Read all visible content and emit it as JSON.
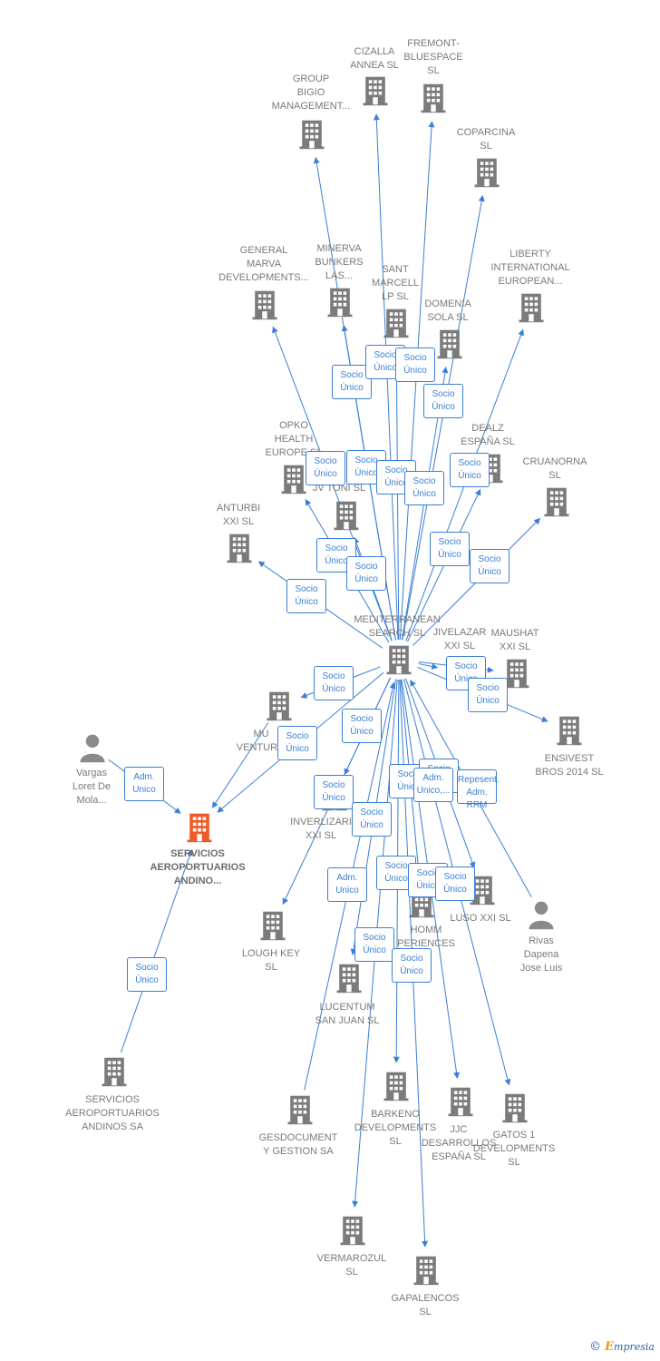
{
  "colors": {
    "edge": "#3a7fd5",
    "company": "#7b7b7b",
    "focus": "#f05a28",
    "person": "#8a8a8a"
  },
  "footer": {
    "copyright": "©",
    "brand_initial": "E",
    "brand_rest": "mpresia"
  },
  "nodes": [
    {
      "id": "sa_andinos_focus",
      "kind": "company-focus",
      "label": "SERVICIOS\nAEROPORTUARIOS\nANDINO..."
    },
    {
      "id": "mediterranean",
      "kind": "company",
      "label": "MEDITERRANEAN\nSEARCH SL"
    },
    {
      "id": "group_bigio",
      "kind": "company",
      "label": "GROUP\nBIGIO\nMANAGEMENT..."
    },
    {
      "id": "cizalla",
      "kind": "company",
      "label": "CIZALLA\nANNEA  SL"
    },
    {
      "id": "fremont",
      "kind": "company",
      "label": "FREMONT-\nBLUESPACE\nSL"
    },
    {
      "id": "coparcina",
      "kind": "company",
      "label": "COPARCINA\nSL"
    },
    {
      "id": "general_marva",
      "kind": "company",
      "label": "GENERAL\nMARVA\nDEVELOPMENTS..."
    },
    {
      "id": "minerva",
      "kind": "company",
      "label": "MINERVA\nBUNKERS\nLAS..."
    },
    {
      "id": "sant_marcell",
      "kind": "company",
      "label": "SANT\nMARCELL\nLP  SL"
    },
    {
      "id": "domenia",
      "kind": "company",
      "label": "DOMENIA\nSOLA SL"
    },
    {
      "id": "liberty",
      "kind": "company",
      "label": "LIBERTY\nINTERNATIONAL\nEUROPEAN..."
    },
    {
      "id": "opko",
      "kind": "company",
      "label": "OPKO\nHEALTH\nEUROPE SL"
    },
    {
      "id": "dealz",
      "kind": "company",
      "label": "DEALZ\nESPAÑA  SL"
    },
    {
      "id": "jv_toni",
      "kind": "company",
      "label": "JV TONI  SL"
    },
    {
      "id": "cruanorna",
      "kind": "company",
      "label": "CRUANORNA\nSL"
    },
    {
      "id": "anturbi",
      "kind": "company",
      "label": "ANTURBI\nXXI  SL"
    },
    {
      "id": "jivelazar",
      "kind": "company",
      "label": "JIVELAZAR\nXXI  SL"
    },
    {
      "id": "maushat",
      "kind": "company",
      "label": "MAUSHAT\nXXI  SL"
    },
    {
      "id": "ensivest",
      "kind": "company",
      "label": "ENSIVEST\nBROS 2014  SL"
    },
    {
      "id": "mu_ventures",
      "kind": "company",
      "label": "MU\nVENTUR..."
    },
    {
      "id": "vargas",
      "kind": "person",
      "label": "Vargas\nLoret De\nMola..."
    },
    {
      "id": "inverlizari",
      "kind": "company",
      "label": "INVERLIZARI\nXXI  SL"
    },
    {
      "id": "lough_key",
      "kind": "company",
      "label": "LOUGH KEY\nSL"
    },
    {
      "id": "homm",
      "kind": "company",
      "label": "HOMM\nPERIENCES"
    },
    {
      "id": "luso",
      "kind": "company",
      "label": "LUSO XXI  SL"
    },
    {
      "id": "rivas",
      "kind": "person",
      "label": "Rivas\nDapena\nJose Luis"
    },
    {
      "id": "lucentum",
      "kind": "company",
      "label": "LUCENTUM\nSAN JUAN  SL"
    },
    {
      "id": "sa_andinos",
      "kind": "company",
      "label": "SERVICIOS\nAEROPORTUARIOS\nANDINOS SA"
    },
    {
      "id": "gesdocument",
      "kind": "company",
      "label": "GESDOCUMENT\nY GESTION SA"
    },
    {
      "id": "barkeno",
      "kind": "company",
      "label": "BARKENO\nDEVELOPMENTS\nSL"
    },
    {
      "id": "jjc",
      "kind": "company",
      "label": "JJC\nDESARROLLOS\nESPAÑA  SL"
    },
    {
      "id": "gatos",
      "kind": "company",
      "label": "GATOS 1\nDEVELOPMENTS\nSL"
    },
    {
      "id": "vermarozul",
      "kind": "company",
      "label": "VERMAROZUL\nSL"
    },
    {
      "id": "gapalencos",
      "kind": "company",
      "label": "GAPALENCOS\nSL"
    }
  ],
  "edge_labels": [
    {
      "id": "e_minerva_a",
      "text": "Socio\nÚnico"
    },
    {
      "id": "e_cizalla",
      "text": "Socio\nÚnico"
    },
    {
      "id": "e_sant_marcell",
      "text": "Socio\nÚnico"
    },
    {
      "id": "e_domenia",
      "text": "Socio\nÚnico"
    },
    {
      "id": "e_opko",
      "text": "Socio\nÚnico"
    },
    {
      "id": "e_general_marva",
      "text": "Socio\nÚnico"
    },
    {
      "id": "e_jv_toni_a",
      "text": "Socio\nÚnico"
    },
    {
      "id": "e_jv_toni_b",
      "text": "Socio\nÚnico"
    },
    {
      "id": "e_dealz",
      "text": "Socio\nÚnico"
    },
    {
      "id": "e_liberty",
      "text": "Socio\nÚnico"
    },
    {
      "id": "e_jv_toni_c",
      "text": "Socio\nÚnico"
    },
    {
      "id": "e_jv_toni_d",
      "text": "Socio\nÚnico"
    },
    {
      "id": "e_cruanorna",
      "text": "Socio\nÚnico"
    },
    {
      "id": "e_anturbi",
      "text": "Socio\nÚnico"
    },
    {
      "id": "e_jivelazar",
      "text": "Socio\nÚnico"
    },
    {
      "id": "e_maushat",
      "text": "Socio\nÚnico"
    },
    {
      "id": "e_mu_ventures",
      "text": "Socio\nÚnico"
    },
    {
      "id": "e_mu_focus",
      "text": "Socio\nÚnico"
    },
    {
      "id": "e_inverlizari_a",
      "text": "Socio\nÚnico"
    },
    {
      "id": "e_vargas_focus",
      "text": "Adm.\nUnico"
    },
    {
      "id": "e_inverlizari_b",
      "text": "Socio\nÚnico"
    },
    {
      "id": "e_homm_a",
      "text": "Socio\nÚnico"
    },
    {
      "id": "e_rivas_a",
      "text": "Socio\nÚnico"
    },
    {
      "id": "e_rivas_b",
      "text": "Adm.\nUnico,..."
    },
    {
      "id": "e_rivas_c",
      "text": "Repesent.\nAdm. RRM"
    },
    {
      "id": "e_lough_key",
      "text": "Socio\nÚnico"
    },
    {
      "id": "e_barkeno",
      "text": "Socio\nÚnico"
    },
    {
      "id": "e_homm_b",
      "text": "Socio\nÚnico"
    },
    {
      "id": "e_luso",
      "text": "Socio\nÚnico"
    },
    {
      "id": "e_gesdocument",
      "text": "Adm.\nUnico"
    },
    {
      "id": "e_lucentum",
      "text": "Socio\nÚnico"
    },
    {
      "id": "e_gapalencos",
      "text": "Socio\nÚnico"
    },
    {
      "id": "e_sa_andinos",
      "text": "Socio\nÚnico"
    }
  ]
}
